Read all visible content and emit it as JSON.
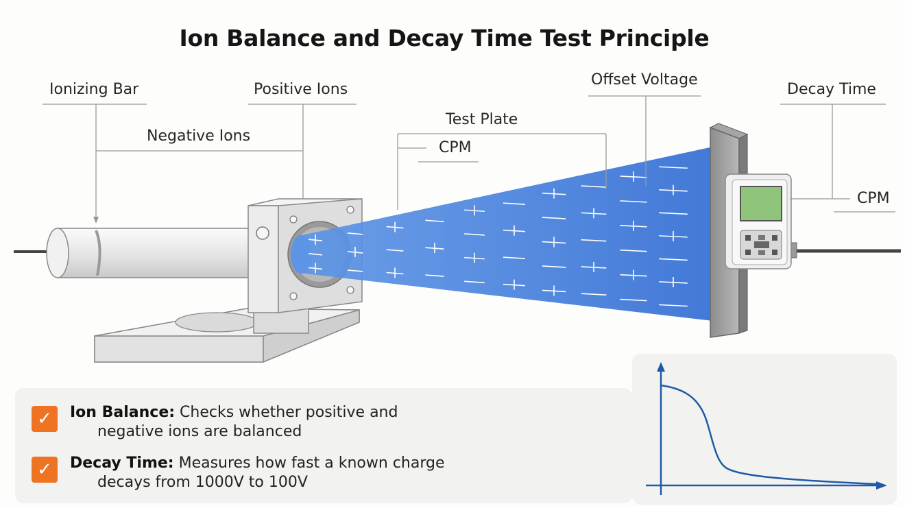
{
  "title": "Ion Balance and Decay Time Test Principle",
  "labels": {
    "ionizing_bar": "Ionizing Bar",
    "positive_ions": "Positive Ions",
    "negative_ions": "Negative Ions",
    "test_plate": "Test Plate",
    "cpm_left": "CPM",
    "offset_voltage": "Offset Voltage",
    "decay_time": "Decay Time",
    "cpm_right": "CPM"
  },
  "bullets": [
    {
      "term": "Ion Balance:",
      "line1": "Checks whether positive and",
      "line2": "negative ions are balanced"
    },
    {
      "term": "Decay Time:",
      "line1": "Measures how fast a known charge",
      "line2": "decays from 1000V to 100V"
    }
  ],
  "colors": {
    "ion_stream": "#3f78d6",
    "check_box": "#ee7424",
    "curve": "#1f5aa6",
    "meter_screen": "#8fc47a"
  },
  "icons": {
    "check": "checkmark-icon"
  }
}
